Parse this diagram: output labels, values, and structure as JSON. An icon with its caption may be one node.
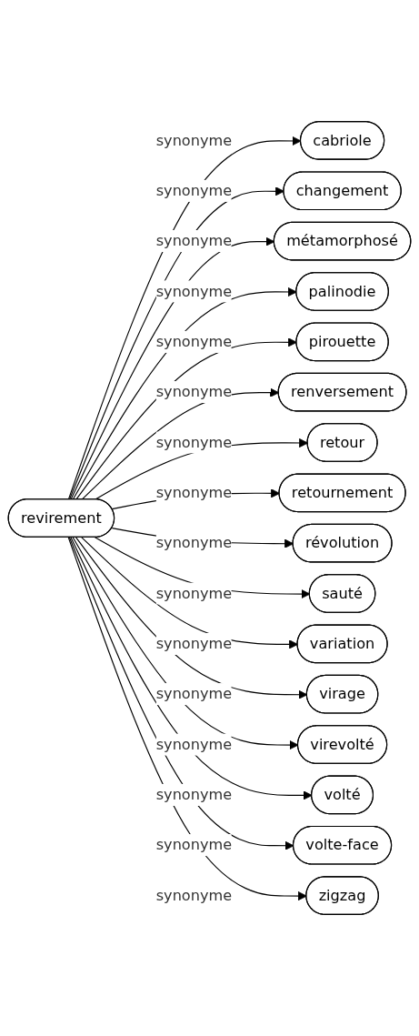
{
  "diagram": {
    "nodes": [
      {
        "text": [
          "revirement"
        ]
      },
      {
        "text": [
          "cabriole"
        ]
      },
      {
        "text": [
          "changement"
        ]
      },
      {
        "text": [
          "métamorphosé"
        ]
      },
      {
        "text": [
          "palinodie"
        ]
      },
      {
        "text": [
          "pirouette"
        ]
      },
      {
        "text": [
          "renversement"
        ]
      },
      {
        "text": [
          "retour"
        ]
      },
      {
        "text": [
          "retournement"
        ]
      },
      {
        "text": [
          "révolution"
        ]
      },
      {
        "text": [
          "sauté"
        ]
      },
      {
        "text": [
          "variation"
        ]
      },
      {
        "text": [
          "virage"
        ]
      },
      {
        "text": [
          "virevolté"
        ]
      },
      {
        "text": [
          "volté"
        ]
      },
      {
        "text": [
          "volte-face"
        ]
      },
      {
        "text": [
          "zigzag"
        ]
      }
    ],
    "edges": [
      {
        "from": 0,
        "to": 1,
        "arrow": "to",
        "label": "synonyme"
      },
      {
        "from": 0,
        "to": 2,
        "arrow": "to",
        "label": "synonyme"
      },
      {
        "from": 0,
        "to": 3,
        "arrow": "to",
        "label": "synonyme"
      },
      {
        "from": 0,
        "to": 4,
        "arrow": "to",
        "label": "synonyme"
      },
      {
        "from": 0,
        "to": 5,
        "arrow": "to",
        "label": "synonyme"
      },
      {
        "from": 0,
        "to": 6,
        "arrow": "to",
        "label": "synonyme"
      },
      {
        "from": 0,
        "to": 7,
        "arrow": "to",
        "label": "synonyme"
      },
      {
        "from": 0,
        "to": 8,
        "arrow": "to",
        "label": "synonyme"
      },
      {
        "from": 0,
        "to": 9,
        "arrow": "to",
        "label": "synonyme"
      },
      {
        "from": 0,
        "to": 10,
        "arrow": "to",
        "label": "synonyme"
      },
      {
        "from": 0,
        "to": 11,
        "arrow": "to",
        "label": "synonyme"
      },
      {
        "from": 0,
        "to": 12,
        "arrow": "to",
        "label": "synonyme"
      },
      {
        "from": 0,
        "to": 13,
        "arrow": "to",
        "label": "synonyme"
      },
      {
        "from": 0,
        "to": 14,
        "arrow": "to",
        "label": "synonyme"
      },
      {
        "from": 0,
        "to": 15,
        "arrow": "to",
        "label": "synonyme"
      },
      {
        "from": 0,
        "to": 16,
        "arrow": "to",
        "label": "synonyme"
      }
    ]
  }
}
